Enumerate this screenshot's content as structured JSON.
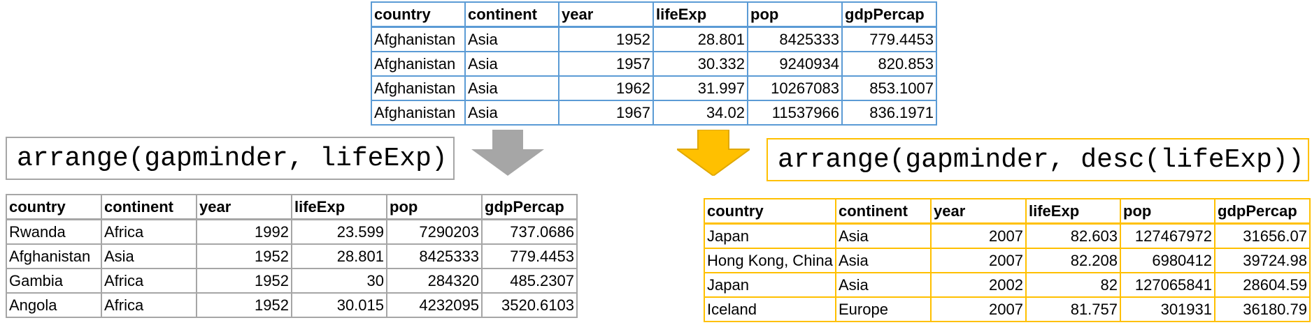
{
  "columns": [
    "country",
    "continent",
    "year",
    "lifeExp",
    "pop",
    "gdpPercap"
  ],
  "top_table": {
    "rows": [
      [
        "Afghanistan",
        "Asia",
        "1952",
        "28.801",
        "8425333",
        "779.4453"
      ],
      [
        "Afghanistan",
        "Asia",
        "1957",
        "30.332",
        "9240934",
        "820.853"
      ],
      [
        "Afghanistan",
        "Asia",
        "1962",
        "31.997",
        "10267083",
        "853.1007"
      ],
      [
        "Afghanistan",
        "Asia",
        "1967",
        "34.02",
        "11537966",
        "836.1971"
      ]
    ]
  },
  "left": {
    "code": "arrange(gapminder, lifeExp)",
    "rows": [
      [
        "Rwanda",
        "Africa",
        "1992",
        "23.599",
        "7290203",
        "737.0686"
      ],
      [
        "Afghanistan",
        "Asia",
        "1952",
        "28.801",
        "8425333",
        "779.4453"
      ],
      [
        "Gambia",
        "Africa",
        "1952",
        "30",
        "284320",
        "485.2307"
      ],
      [
        "Angola",
        "Africa",
        "1952",
        "30.015",
        "4232095",
        "3520.6103"
      ]
    ]
  },
  "right": {
    "code": "arrange(gapminder, desc(lifeExp))",
    "rows": [
      [
        "Japan",
        "Asia",
        "2007",
        "82.603",
        "127467972",
        "31656.07"
      ],
      [
        "Hong Kong, China",
        "Asia",
        "2007",
        "82.208",
        "6980412",
        "39724.98"
      ],
      [
        "Japan",
        "Asia",
        "2002",
        "82",
        "127065841",
        "28604.59"
      ],
      [
        "Iceland",
        "Europe",
        "2007",
        "81.757",
        "301931",
        "36180.79"
      ]
    ]
  },
  "colors": {
    "blue": "#5b9bd5",
    "gray": "#a6a6a6",
    "gold": "#ffc000",
    "arrow_gray": "#a6a6a6",
    "arrow_gold": "#ffc000"
  },
  "icons": {
    "left_arrow": "down-arrow-gray",
    "right_arrow": "down-arrow-gold"
  }
}
